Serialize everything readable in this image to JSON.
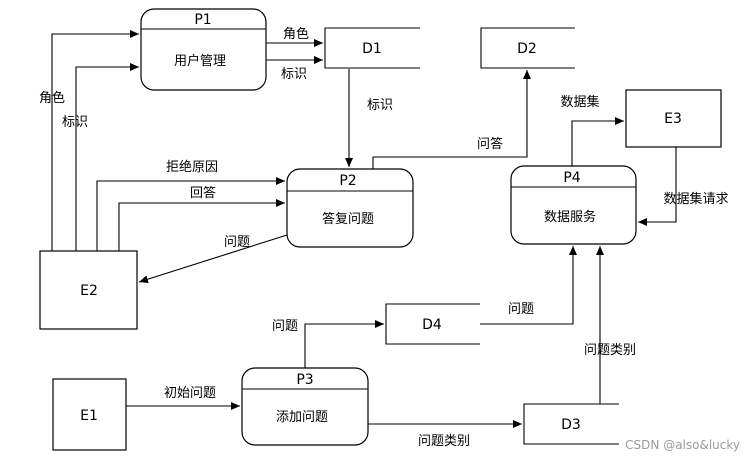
{
  "processes": {
    "p1": {
      "id": "P1",
      "name": "用户管理"
    },
    "p2": {
      "id": "P2",
      "name": "答复问题"
    },
    "p3": {
      "id": "P3",
      "name": "添加问题"
    },
    "p4": {
      "id": "P4",
      "name": "数据服务"
    }
  },
  "stores": {
    "d1": {
      "id": "D1"
    },
    "d2": {
      "id": "D2"
    },
    "d3": {
      "id": "D3"
    },
    "d4": {
      "id": "D4"
    }
  },
  "entities": {
    "e1": {
      "id": "E1"
    },
    "e2": {
      "id": "E2"
    },
    "e3": {
      "id": "E3"
    }
  },
  "flows": {
    "role_to_d1": "角色",
    "mark_to_d1": "标识",
    "e2_role": "角色",
    "e2_mark": "标识",
    "d1_mark_to_p2": "标识",
    "p2_answer_to_d2": "问答",
    "reject_reason": "拒绝原因",
    "answer": "回答",
    "question_to_e2": "问题",
    "p3_question_to_d4": "问题",
    "d4_question_to_p4": "问题",
    "initial_question": "初始问题",
    "category_to_d3": "问题类别",
    "d3_category_to_p4": "问题类别",
    "dataset_to_e3": "数据集",
    "dataset_request": "数据集请求"
  },
  "watermark": "CSDN @also&lucky"
}
